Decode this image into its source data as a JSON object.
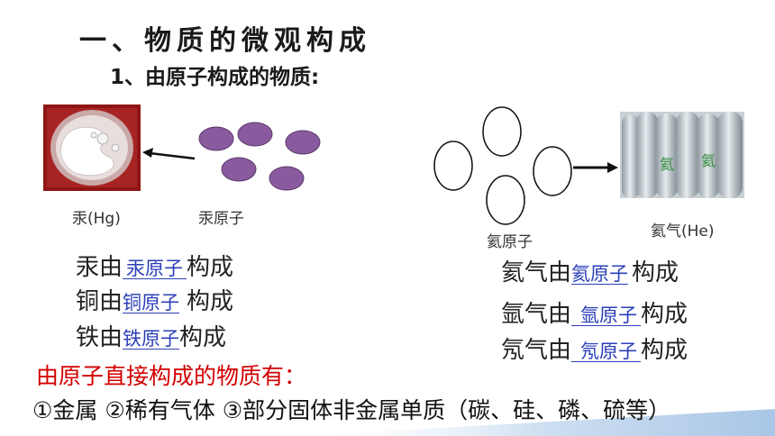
{
  "heading": {
    "title": "一、物质的微观构成",
    "subtitle": "1、由原子构成的物质:"
  },
  "left": {
    "image_caption": "汞(Hg)",
    "atoms_caption": "汞原子",
    "rows": [
      {
        "prefix": "汞由",
        "answer": "汞原子",
        "suffix": "构成"
      },
      {
        "prefix": "铜由",
        "answer": "铜原子",
        "suffix": "构成"
      },
      {
        "prefix": "铁由",
        "answer": "铁原子",
        "suffix": "构成"
      }
    ]
  },
  "right": {
    "atoms_caption": "氦原子",
    "image_caption": "氦气(He)",
    "image_labels": [
      "氦",
      "氦"
    ],
    "rows": [
      {
        "prefix": "氦气由",
        "answer": "氦原子",
        "suffix": "构成"
      },
      {
        "prefix": "氩气由",
        "answer": "氩原子",
        "suffix": "构成"
      },
      {
        "prefix": "氖气由",
        "answer": "氖原子",
        "suffix": "构成"
      }
    ]
  },
  "summary": {
    "heading": "由原子直接构成的物质有：",
    "body": "①金属 ②稀有气体 ③部分固体非金属单质（碳、硅、磷、硫等）"
  },
  "colors": {
    "mercury_atom": "#8a5a9e",
    "answer_text": "#2b3fb8",
    "summary_heading": "#d40000",
    "dish_red": "#9c1c1c"
  }
}
